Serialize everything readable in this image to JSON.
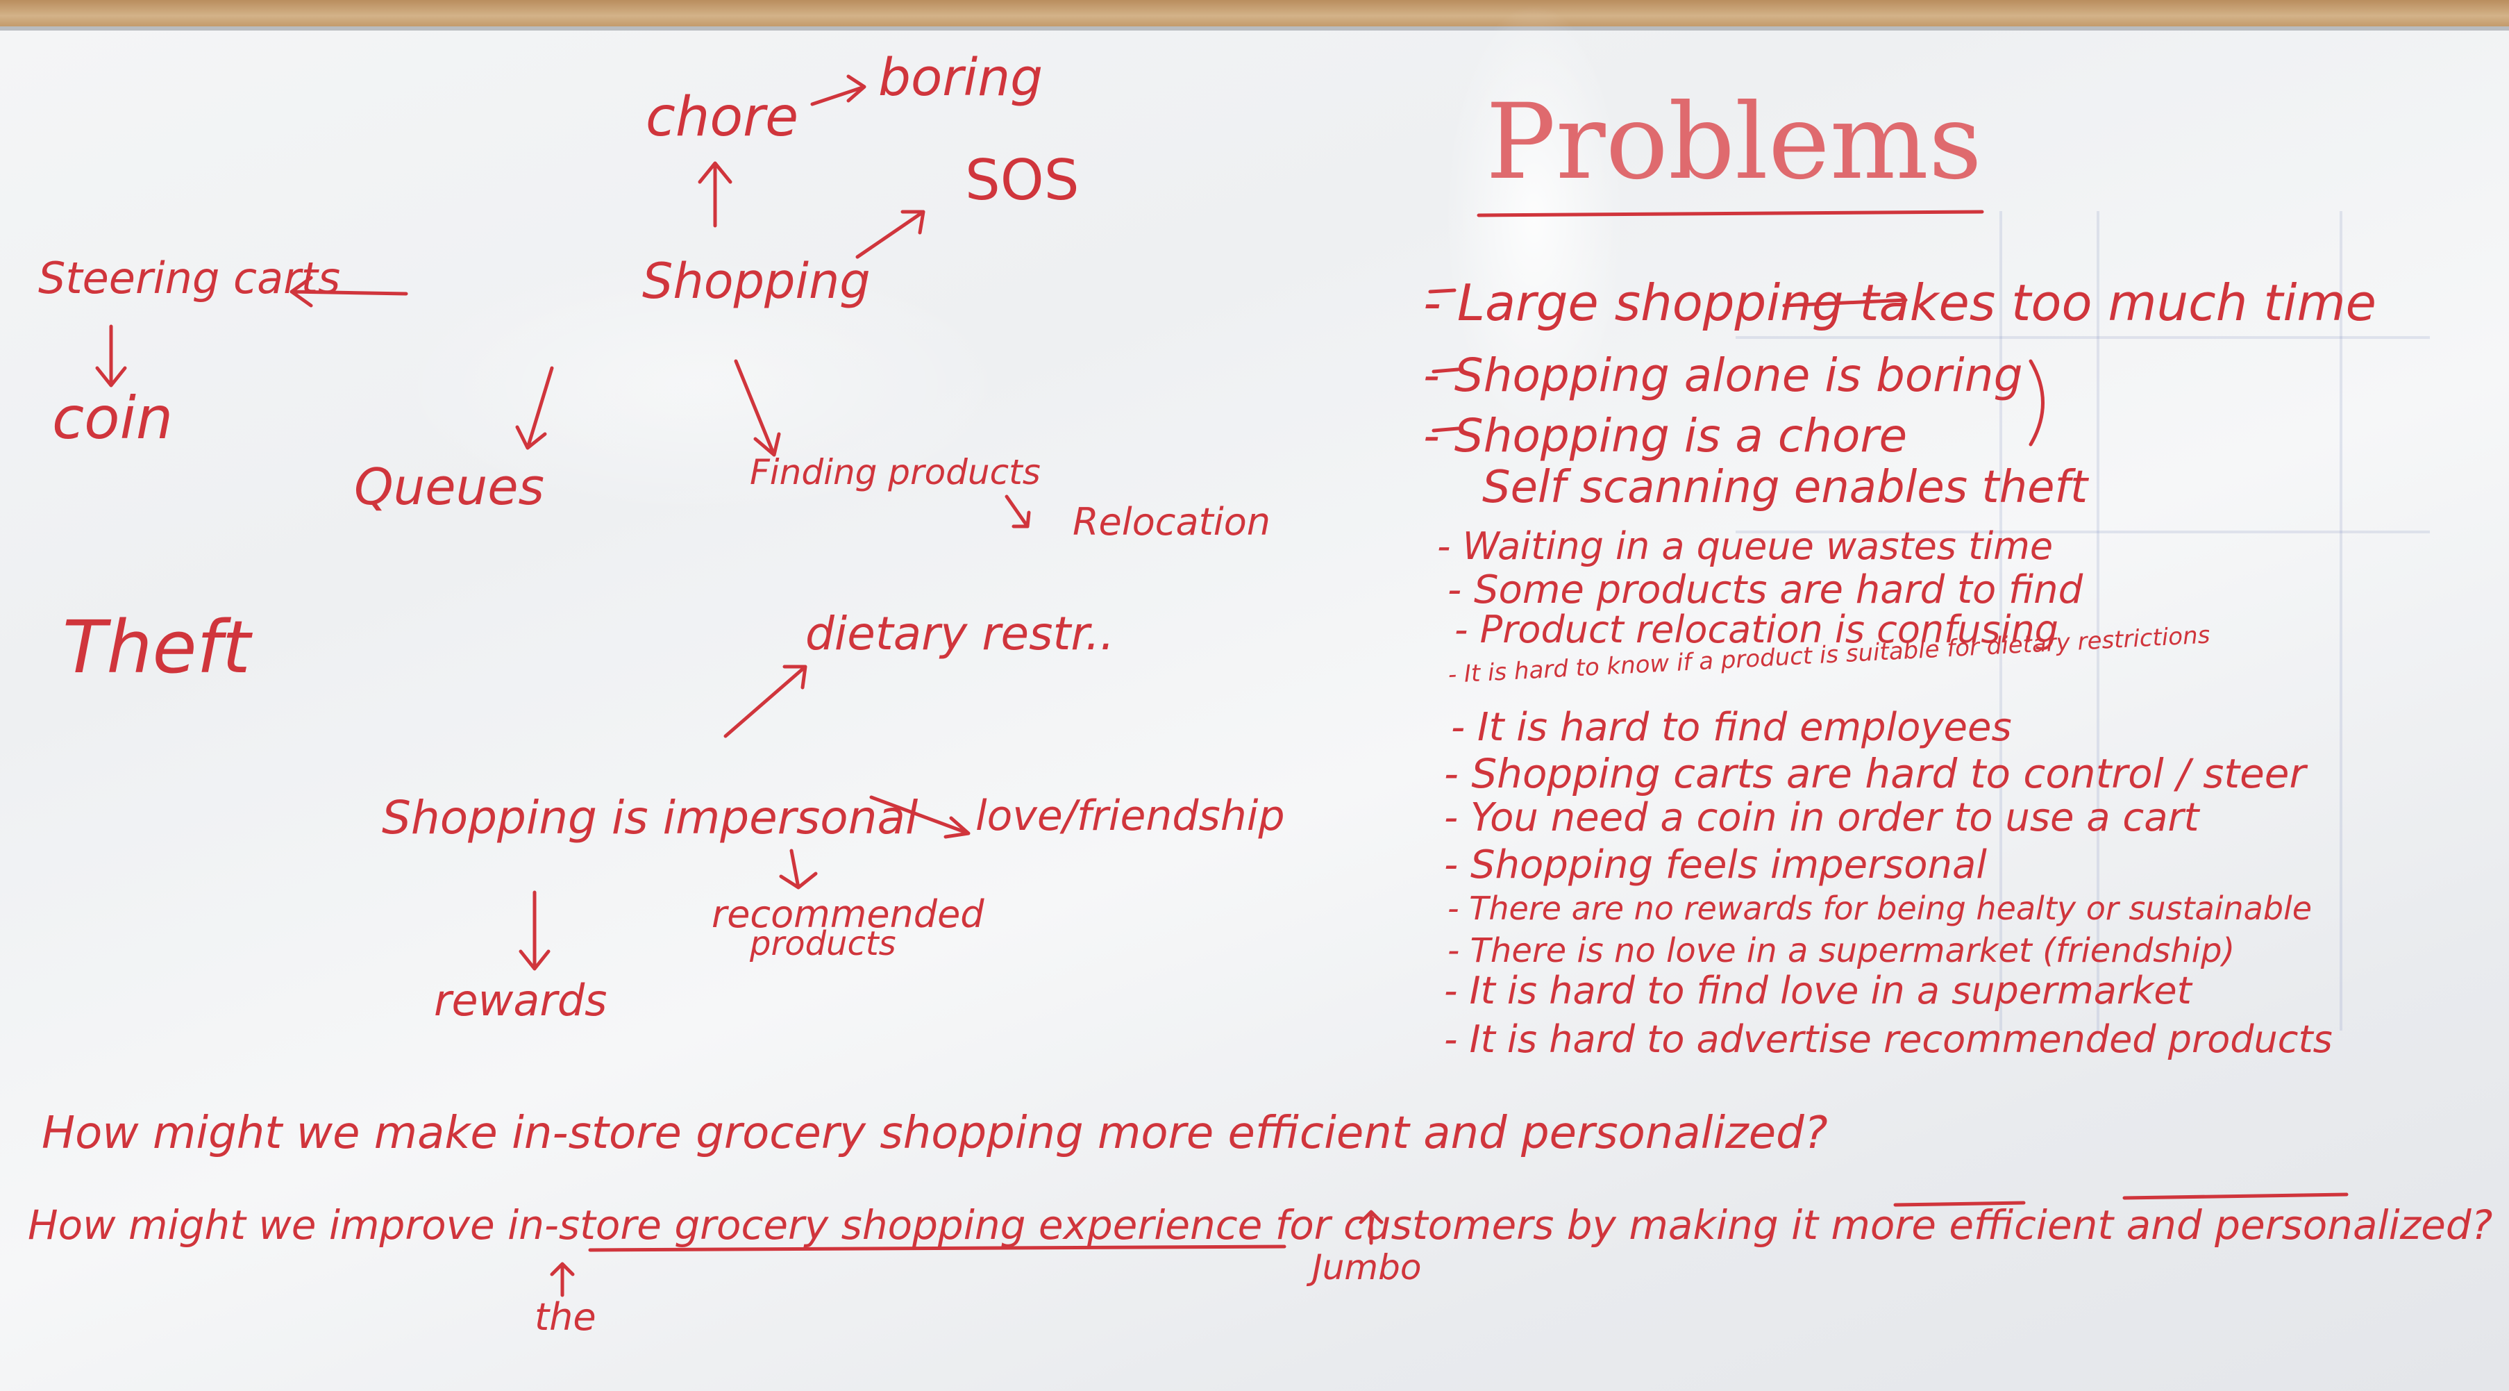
{
  "ink_color": "#d0353c",
  "mindmap": {
    "chore": "chore",
    "boring": "boring",
    "sos": "SOS",
    "shopping": "Shopping",
    "steering_carts": "Steering carts",
    "coin": "coin",
    "queues": "Queues",
    "finding_products": "Finding products",
    "relocation": "Relocation",
    "theft": "Theft",
    "dietary": "dietary restr..",
    "impersonal": "Shopping is impersonal",
    "love": "love/friendship",
    "recommended": "recommended",
    "products": "products",
    "rewards": "rewards"
  },
  "problems": {
    "heading": "Problems",
    "items": [
      "- Large shopping takes too much time",
      "- Shopping alone is boring",
      "- Shopping is a chore",
      "Self scanning enables theft",
      "- Waiting in a queue wastes time",
      "- Some products are hard to find",
      "- Product relocation is confusing",
      "- It is hard to know if a product is suitable for dietary restrictions",
      "- It is hard to find employees",
      "- Shopping carts are hard to control / steer",
      "- You need a coin in order to use a cart",
      "- Shopping feels impersonal",
      "- There are no rewards for being healty or sustainable",
      "- There is no love in a supermarket (friendship)",
      "- It is hard to find love in a supermarket",
      "- It is hard to advertise recommended products"
    ]
  },
  "hmw": {
    "line1": "How might we make in-store grocery shopping more efficient and personalized?",
    "line2": "How might we improve in-store grocery shopping experience for customers by making it more efficient and personalized?",
    "insert_the": "the",
    "insert_jumbo": "Jumbo"
  }
}
